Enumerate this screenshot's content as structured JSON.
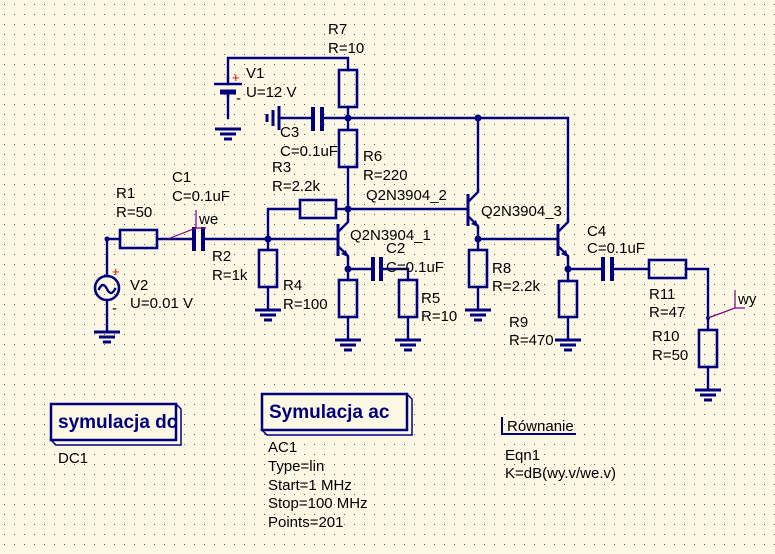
{
  "colors": {
    "background": "#fdf8e4",
    "wire": "#00007f",
    "probe": "#800080",
    "polarity": "#e00000"
  },
  "components": {
    "R7": {
      "name": "R7",
      "value": "R=10"
    },
    "V1": {
      "name": "V1",
      "value": "U=12 V"
    },
    "C3": {
      "name": "C3",
      "value": "C=0.1uF"
    },
    "R6": {
      "name": "R6",
      "value": "R=220"
    },
    "R3": {
      "name": "R3",
      "value": "R=2.2k"
    },
    "Q2": {
      "name": "Q2N3904_2"
    },
    "Q1": {
      "name": "Q2N3904_1"
    },
    "Q3": {
      "name": "Q2N3904_3"
    },
    "C2": {
      "name": "C2",
      "value": "C=0.1uF"
    },
    "R5": {
      "name": "R5",
      "value": "R=10"
    },
    "R4": {
      "name": "R4",
      "value": "R=100"
    },
    "R2": {
      "name": "R2",
      "value": "R=1k"
    },
    "C1": {
      "name": "C1",
      "value": "C=0.1uF"
    },
    "R1": {
      "name": "R1",
      "value": "R=50"
    },
    "V2": {
      "name": "V2",
      "value": "U=0.01 V"
    },
    "R8": {
      "name": "R8",
      "value": "R=2.2k"
    },
    "R9": {
      "name": "R9",
      "value": "R=470"
    },
    "C4": {
      "name": "C4",
      "value": "C=0.1uF"
    },
    "R11": {
      "name": "R11",
      "value": "R=47"
    },
    "R10": {
      "name": "R10",
      "value": "R=50"
    }
  },
  "probes": {
    "input": "we",
    "output": "wy"
  },
  "polarity": {
    "plus": "+",
    "minus": "-"
  },
  "sim_dc": {
    "title": "symulacja dc",
    "name": "DC1"
  },
  "sim_ac": {
    "title": "Symulacja ac",
    "name": "AC1",
    "type": "Type=lin",
    "start": "Start=1 MHz",
    "stop": "Stop=100 MHz",
    "points": "Points=201"
  },
  "equation": {
    "title": "Równanie",
    "name": "Eqn1",
    "expr": "K=dB(wy.v/we.v)"
  }
}
